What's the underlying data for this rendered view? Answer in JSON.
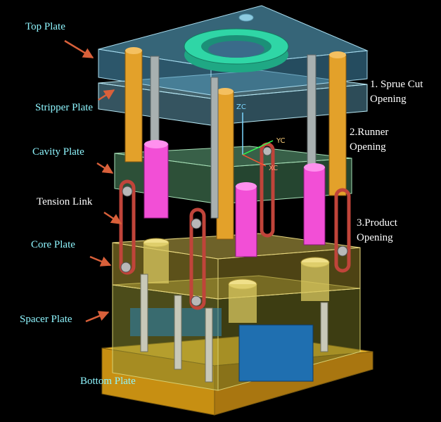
{
  "labels": {
    "top_plate": "Top Plate",
    "stripper_plate": "Stripper Plate",
    "cavity_plate": "Cavity Plate",
    "tension_link": "Tension Link",
    "core_plate": "Core Plate",
    "spacer_plate": "Spacer Plate",
    "bottom_plate": "Bottom Plate"
  },
  "notes": {
    "sprue_line1": "1. Sprue Cut",
    "sprue_line2": "Opening",
    "runner_line1": "2.Runner",
    "runner_line2": "Opening",
    "product_line1": "3.Product",
    "product_line2": "Opening"
  },
  "axes": {
    "z": "ZC",
    "y": "YC",
    "x": "XC"
  },
  "colors": {
    "background": "#000000",
    "label_cyan": "#8ff6ff",
    "arrow": "#d9603a",
    "top_plate": "#5aa9c8",
    "stripper_plate": "#7cc4d8",
    "cavity_plate": "#6fbf8a",
    "core_plate": "#c9b24a",
    "spacer_plate": "#b7b048",
    "bottom_plate": "#d9a21a",
    "sprue_ring": "#2fd6a6",
    "pillar_orange": "#e3a12a",
    "pillar_magenta": "#f24fd6",
    "tension_link": "#c0443a"
  }
}
